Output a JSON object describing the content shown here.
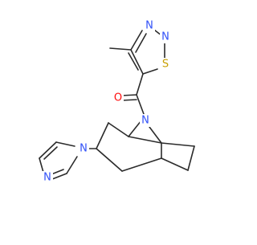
{
  "molecule": {
    "atoms": {
      "n1": "N",
      "n2": "N",
      "s": "S",
      "o": "O",
      "n_bridge": "N",
      "n_im1": "N",
      "n_im3": "N"
    },
    "colors": {
      "nitrogen": "#3050F8",
      "sulfur": "#C8A000",
      "oxygen": "#FF0D0D",
      "carbon": "#2B2B2B"
    }
  }
}
